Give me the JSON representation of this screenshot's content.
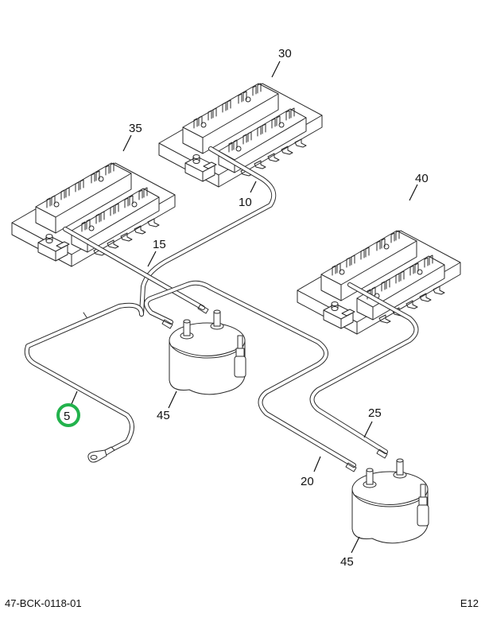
{
  "diagram": {
    "title": "Fuse block and solenoid wiring harness",
    "drawing_number": "47-BCK-0118-01",
    "page_code": "E12",
    "highlight_color": "#22b24c",
    "callouts": [
      {
        "id": "c5",
        "label": "5",
        "part": "ground-cable",
        "highlighted": true
      },
      {
        "id": "c10",
        "label": "10",
        "part": "cable-fuse-block-30"
      },
      {
        "id": "c15",
        "label": "15",
        "part": "cable-fuse-block-35"
      },
      {
        "id": "c20",
        "label": "20",
        "part": "cable-solenoid-lower"
      },
      {
        "id": "c25",
        "label": "25",
        "part": "cable-fuse-block-40"
      },
      {
        "id": "c30",
        "label": "30",
        "part": "fuse-block-top"
      },
      {
        "id": "c35",
        "label": "35",
        "part": "fuse-block-left"
      },
      {
        "id": "c40",
        "label": "40",
        "part": "fuse-block-right"
      },
      {
        "id": "c45a",
        "label": "45",
        "part": "solenoid-upper"
      },
      {
        "id": "c45b",
        "label": "45",
        "part": "solenoid-lower"
      }
    ]
  }
}
